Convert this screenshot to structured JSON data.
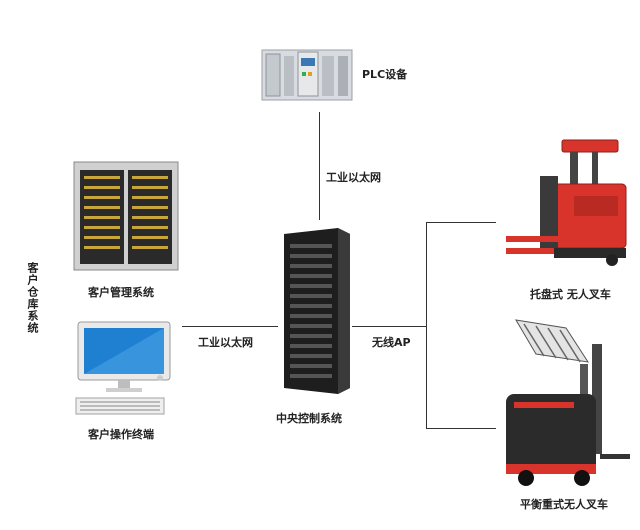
{
  "labels": {
    "plc": "PLC设备",
    "industrial_eth_top": "工业以太网",
    "industrial_eth_left": "工业以太网",
    "wireless": "无线AP",
    "central": "中央控制系统",
    "mgmt": "客户管理系统",
    "terminal": "客户操作终端",
    "warehouse": "客户仓库系统",
    "pallet_agv": "托盘式 无人叉车",
    "balance_agv": "平衡重式无人叉车"
  },
  "colors": {
    "forklift_red": "#d9342b",
    "rack_dark": "#2a2a2a",
    "line": "#333333"
  }
}
